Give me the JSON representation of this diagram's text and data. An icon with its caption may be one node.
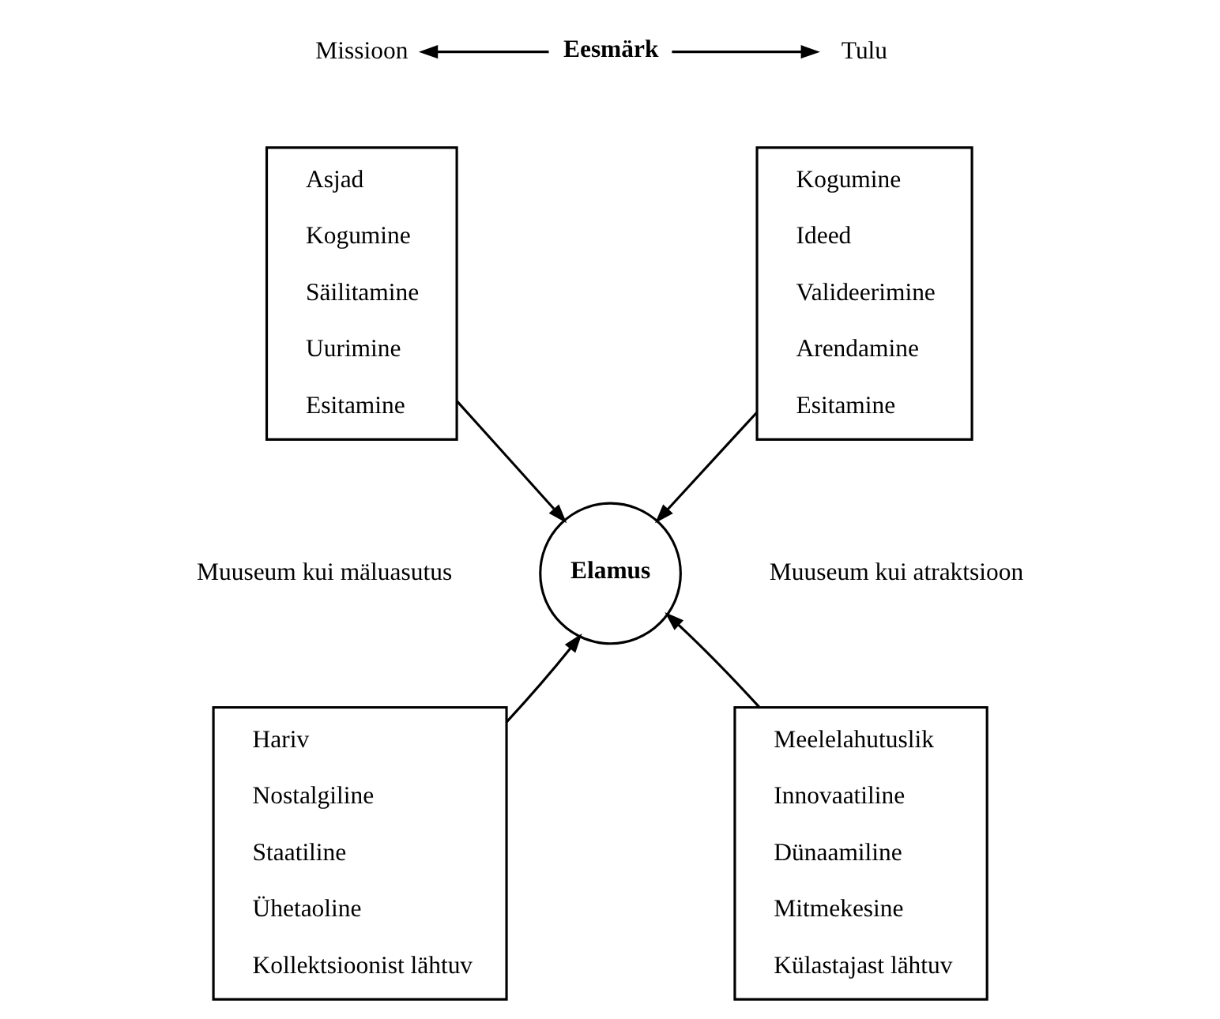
{
  "diagram": {
    "nodes": [
      {
        "text": [
          "Missioon"
        ]
      },
      {
        "text": [
          "Eesmärk"
        ]
      },
      {
        "text": [
          "Tulu"
        ]
      },
      {
        "text": [
          "Asjad",
          "Kogumine",
          "Säilitamine",
          "Uurimine",
          "Esitamine"
        ]
      },
      {
        "text": [
          "Kogumine",
          "Ideed",
          "Valideerimine",
          "Arendamine",
          "Esitamine"
        ]
      },
      {
        "text": [
          "Elamus"
        ]
      },
      {
        "text": [
          "Hariv",
          "Nostalgiline",
          "Staatiline",
          "Ühetaoline",
          "Kollektsioonist lähtuv"
        ]
      },
      {
        "text": [
          "Meelelahutuslik",
          "Innovaatiline",
          "Dünaamiline",
          "Mitmekesine",
          "Külastajast lähtuv"
        ]
      }
    ],
    "edges": [
      {
        "from": 1,
        "to": 0,
        "arrow": "to"
      },
      {
        "from": 1,
        "to": 2,
        "arrow": "to"
      },
      {
        "from": 3,
        "to": 5,
        "arrow": "to"
      },
      {
        "from": 4,
        "to": 5,
        "arrow": "to"
      },
      {
        "from": 6,
        "to": 5,
        "arrow": "to"
      },
      {
        "from": 7,
        "to": 5,
        "arrow": "to"
      }
    ],
    "labels": [
      "Muuseum kui mäluasutus",
      "Muuseum kui atraktsioon"
    ]
  }
}
